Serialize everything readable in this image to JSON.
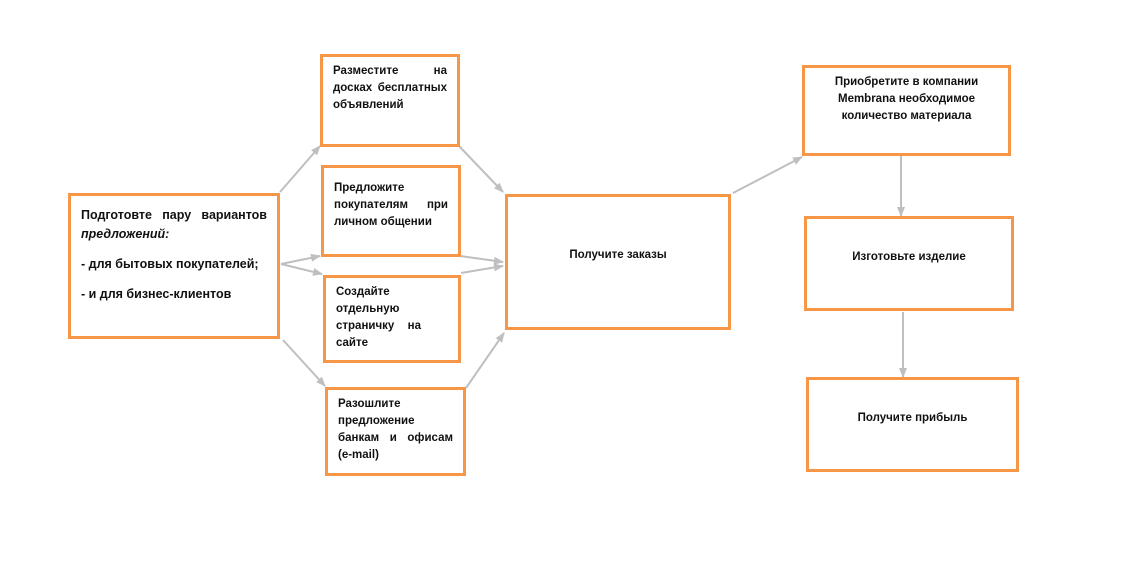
{
  "colors": {
    "box_border": "#f79646",
    "arrow": "#bfbfbf"
  },
  "boxes": {
    "prepare": {
      "line1": "Подготовте пару вариантов",
      "line2": "предложений:",
      "item1": "- для бытовых покупателей;",
      "item2": "- и для бизнес-клиентов"
    },
    "boards": "Разместите на досках бесплатных объявлений",
    "personal": "Предложите покупателям при личном общении",
    "website": "Создайте отдельную страничку на сайте",
    "email": "Разошлите предложение банкам и офисам (e-mail)",
    "orders": "Получите заказы",
    "buy": {
      "line1": "Приобретите в компании",
      "line2": "Membrana необходимое",
      "line3": "количество материала"
    },
    "make": "Изготовьте изделие",
    "profit": "Получите прибыль"
  }
}
